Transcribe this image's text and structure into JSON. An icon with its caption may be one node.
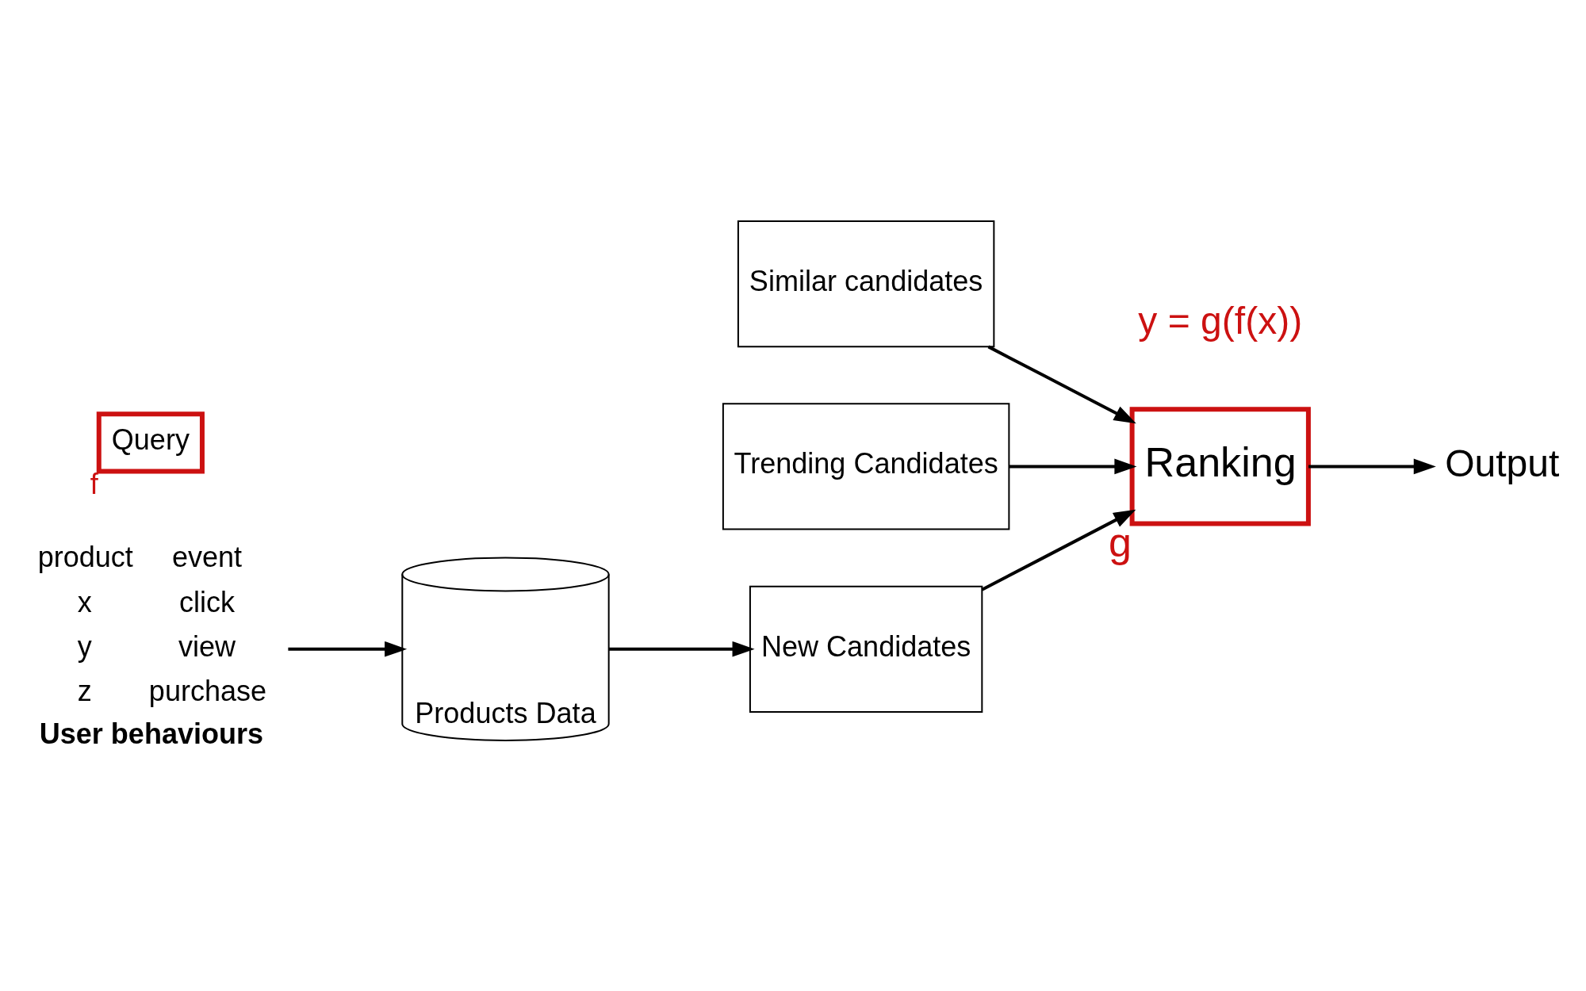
{
  "diagram": {
    "nodes": [
      {
        "text": [
          "Products Data"
        ]
      },
      {
        "text": [
          "Query"
        ],
        "beside": [
          "f"
        ]
      },
      {
        "text": [
          "product",
          "event",
          "x",
          "click",
          "y",
          "view",
          "z",
          "purchase",
          "User behaviours"
        ]
      },
      {
        "text": [
          "Similar candidates"
        ]
      },
      {
        "text": [
          "New Candidates"
        ]
      },
      {
        "text": [
          "Trending Candidates"
        ]
      },
      {
        "text": [
          "Ranking"
        ],
        "beside": [
          "g"
        ]
      },
      {
        "text": [
          "Output"
        ]
      }
    ],
    "edges": [
      {
        "from": 2,
        "to": 0,
        "arrow": "to"
      },
      {
        "from": 0,
        "to": 4,
        "arrow": "to"
      },
      {
        "from": 3,
        "to": 6,
        "arrow": "to"
      },
      {
        "from": 4,
        "to": 6,
        "arrow": "to"
      },
      {
        "from": 5,
        "to": 6,
        "arrow": "to"
      },
      {
        "from": 6,
        "to": 7,
        "arrow": "to"
      }
    ],
    "labels": [
      "y = g(f(x))"
    ]
  }
}
